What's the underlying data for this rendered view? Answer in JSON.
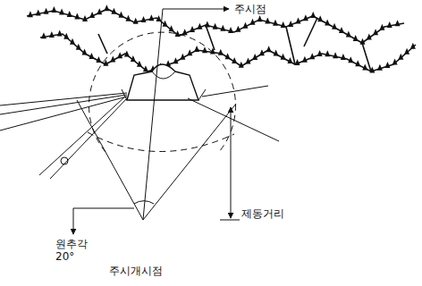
{
  "diagram": {
    "labels": [
      "주시점",
      "제동거리",
      "주시개시점",
      "원추각 20°"
    ]
  }
}
